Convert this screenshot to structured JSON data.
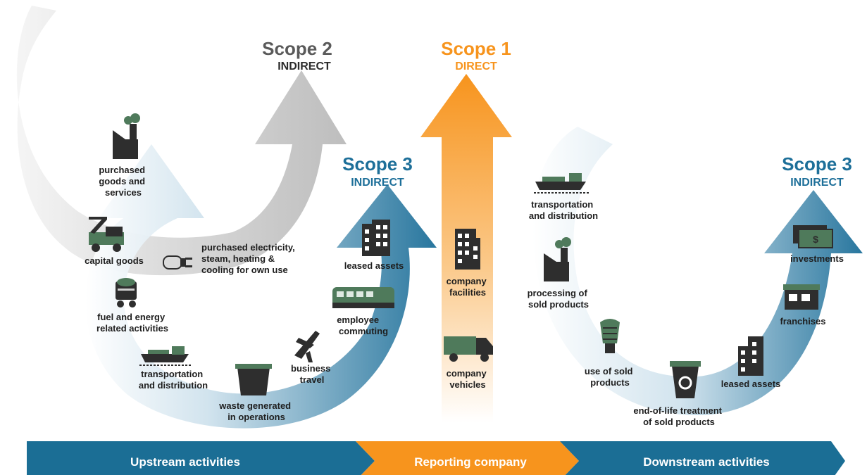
{
  "colors": {
    "scope1": "#f7941d",
    "scope2": "#b9b9b9",
    "scope3": "#1d6f99",
    "icon": "#2e2e2e",
    "icon_green": "#4f7a5b",
    "bar_blue": "#1b6e95",
    "bar_orange": "#f7941d"
  },
  "scopes": {
    "scope2": {
      "title": "Scope 2",
      "subtitle": "INDIRECT"
    },
    "scope1": {
      "title": "Scope 1",
      "subtitle": "DIRECT"
    },
    "scope3_upstream": {
      "title": "Scope 3",
      "subtitle": "INDIRECT"
    },
    "scope3_downstream": {
      "title": "Scope 3",
      "subtitle": "INDIRECT"
    }
  },
  "upstream": {
    "purchased_goods": [
      "purchased",
      "goods and",
      "services"
    ],
    "capital_goods": [
      "capital goods"
    ],
    "fuel_energy": [
      "fuel and energy",
      "related activities"
    ],
    "transportation": [
      "transportation",
      "and distribution"
    ],
    "waste": [
      "waste generated",
      "in operations"
    ],
    "business_travel": [
      "business",
      "travel"
    ],
    "employee_commuting": [
      "employee",
      "commuting"
    ],
    "leased_assets": [
      "leased assets"
    ],
    "electricity": [
      "purchased electricity,",
      "steam, heating &",
      "cooling for own use"
    ]
  },
  "reporting": {
    "facilities": [
      "company",
      "facilities"
    ],
    "vehicles": [
      "company",
      "vehicles"
    ]
  },
  "downstream": {
    "transportation": [
      "transportation",
      "and distribution"
    ],
    "processing": [
      "processing of",
      "sold products"
    ],
    "use_of_products": [
      "use of sold",
      "products"
    ],
    "end_of_life": [
      "end-of-life treatment",
      "of sold products"
    ],
    "leased_assets": [
      "leased assets"
    ],
    "franchises": [
      "franchises"
    ],
    "investments": [
      "investments"
    ]
  },
  "bottom_bar": {
    "upstream": "Upstream activities",
    "reporting": "Reporting company",
    "downstream": "Downstream activities"
  }
}
